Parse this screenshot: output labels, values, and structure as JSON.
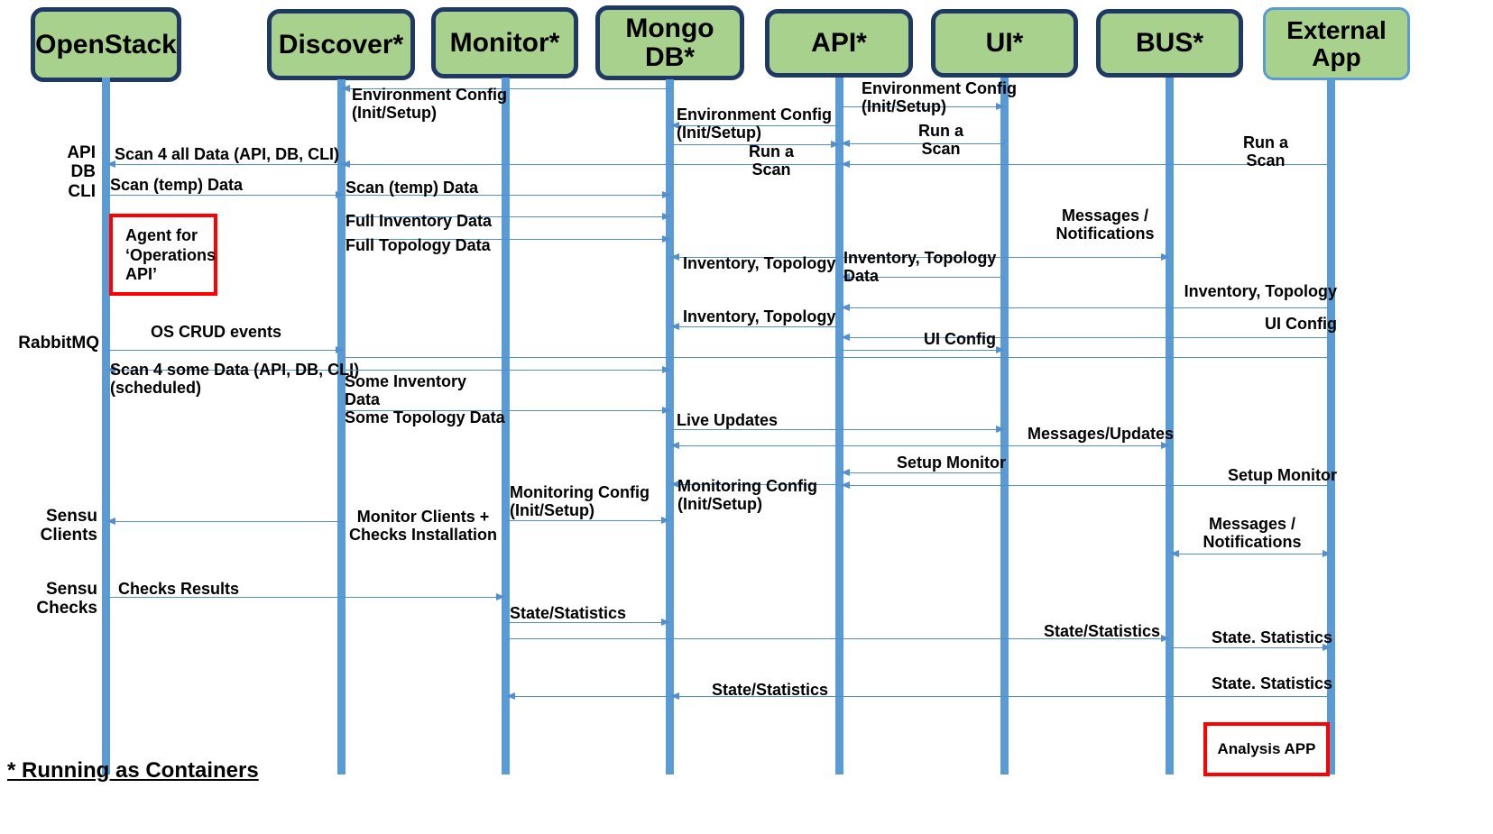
{
  "diagram": {
    "type": "sequence-diagram",
    "title": "",
    "footnote": "* Running as Containers"
  },
  "participants": [
    {
      "id": "openstack",
      "label": "OpenStack",
      "container": false,
      "border": "thick"
    },
    {
      "id": "discover",
      "label": "Discover*",
      "container": true,
      "border": "thick"
    },
    {
      "id": "monitor",
      "label": "Monitor*",
      "container": true,
      "border": "thick"
    },
    {
      "id": "mongodb",
      "label": "Mongo\nDB*",
      "container": true,
      "border": "thick"
    },
    {
      "id": "api",
      "label": "API*",
      "container": true,
      "border": "thick"
    },
    {
      "id": "ui",
      "label": "UI*",
      "container": true,
      "border": "thick"
    },
    {
      "id": "bus",
      "label": "BUS*",
      "container": true,
      "border": "thick"
    },
    {
      "id": "externalapp",
      "label": "External\nApp",
      "container": false,
      "border": "thin"
    }
  ],
  "side_labels": [
    {
      "id": "api-db-cli",
      "text": "API\nDB\nCLI"
    },
    {
      "id": "rabbitmq",
      "text": "RabbitMQ"
    },
    {
      "id": "sensu-clients",
      "text": "Sensu\nClients"
    },
    {
      "id": "sensu-checks",
      "text": "Sensu\nChecks"
    }
  ],
  "callouts": [
    {
      "id": "agent-operations-api",
      "text": "Agent for\n‘Operations\n  API’",
      "color": "#FF0000"
    },
    {
      "id": "analysis-app",
      "text": "Analysis APP",
      "color": "#FF0000"
    }
  ],
  "messages": [
    {
      "id": "m01",
      "text": "Environment Config\n(Init/Setup)",
      "from": "mongodb",
      "to": "discover"
    },
    {
      "id": "m02",
      "text": "Environment Config\n(Init/Setup)",
      "from": "api",
      "to": "ui"
    },
    {
      "id": "m03",
      "text": "Environment Config\n(Init/Setup)",
      "from": "api",
      "to": "mongodb"
    },
    {
      "id": "m04",
      "text": "Environment Config\n(Init/Setup)",
      "from": "mongodb",
      "to": "api"
    },
    {
      "id": "m05",
      "text": "Scan 4 all Data (API, DB, CLI)",
      "from": "discover",
      "to": "openstack"
    },
    {
      "id": "m06",
      "text": "Run a\nScan",
      "from": "ui",
      "to": "api"
    },
    {
      "id": "m07",
      "text": "Run a\nScan",
      "from": "api",
      "to": "discover"
    },
    {
      "id": "m08",
      "text": "Run a\nScan",
      "from": "externalapp",
      "to": "api"
    },
    {
      "id": "m09",
      "text": "Scan (temp) Data",
      "from": "openstack",
      "to": "discover"
    },
    {
      "id": "m10",
      "text": "Scan (temp) Data",
      "from": "discover",
      "to": "mongodb"
    },
    {
      "id": "m11",
      "text": "Full Inventory Data",
      "from": "discover",
      "to": "mongodb"
    },
    {
      "id": "m12",
      "text": "Full Topology Data",
      "from": "discover",
      "to": "mongodb"
    },
    {
      "id": "m13",
      "text": "Messages /\nNotifications",
      "from": "api",
      "to": "bus"
    },
    {
      "id": "m14",
      "text": "Inventory, Topology",
      "from": "api",
      "to": "mongodb"
    },
    {
      "id": "m15",
      "text": "Inventory, Topology\nData",
      "from": "ui",
      "to": "api"
    },
    {
      "id": "m16",
      "text": "Inventory, Topology",
      "from": "externalapp",
      "to": "api"
    },
    {
      "id": "m17",
      "text": "Inventory, Topology",
      "from": "api",
      "to": "mongodb"
    },
    {
      "id": "m18",
      "text": "UI Config",
      "from": "externalapp",
      "to": "api"
    },
    {
      "id": "m19",
      "text": "UI Config",
      "from": "api",
      "to": "ui"
    },
    {
      "id": "m20",
      "text": "OS CRUD events",
      "from": "openstack",
      "to": "discover"
    },
    {
      "id": "m21",
      "text": "Scan 4 some Data (API, DB, CLI)\n(scheduled)",
      "from": "discover",
      "to": "openstack"
    },
    {
      "id": "m22",
      "text": "Some Inventory\nData",
      "from": "discover",
      "to": "mongodb"
    },
    {
      "id": "m23",
      "text": "Some Topology Data",
      "from": "discover",
      "to": "mongodb"
    },
    {
      "id": "m24",
      "text": "Live Updates",
      "from": "mongodb",
      "to": "ui"
    },
    {
      "id": "m25",
      "text": "Messages/Updates",
      "from": "api",
      "to": "bus"
    },
    {
      "id": "m26",
      "text": "Setup Monitor",
      "from": "ui",
      "to": "api"
    },
    {
      "id": "m27",
      "text": "Setup Monitor",
      "from": "externalapp",
      "to": "api"
    },
    {
      "id": "m28",
      "text": "Monitoring Config\n(Init/Setup)",
      "from": "monitor",
      "to": "mongodb"
    },
    {
      "id": "m29",
      "text": "Monitoring Config\n(Init/Setup)",
      "from": "api",
      "to": "mongodb"
    },
    {
      "id": "m30",
      "text": "Monitor Clients +\nChecks Installation",
      "from": "discover",
      "to": "openstack"
    },
    {
      "id": "m31",
      "text": "Messages /\nNotifications",
      "from": "bus",
      "to": "externalapp",
      "bidirectional": true
    },
    {
      "id": "m32",
      "text": "Checks Results",
      "from": "openstack",
      "to": "monitor"
    },
    {
      "id": "m33",
      "text": "State/Statistics",
      "from": "monitor",
      "to": "mongodb"
    },
    {
      "id": "m34",
      "text": "State/Statistics",
      "from": "monitor",
      "to": "bus"
    },
    {
      "id": "m35",
      "text": "State. Statistics",
      "from": "bus",
      "to": "externalapp"
    },
    {
      "id": "m36",
      "text": "State. Statistics",
      "from": "externalapp",
      "to": "mongodb"
    },
    {
      "id": "m37",
      "text": "State/Statistics",
      "from": "mongodb",
      "to": "monitor"
    }
  ],
  "colors": {
    "actor_fill": "#A9D18E",
    "actor_border": "#1F3864",
    "actor_border_thin": "#5B9BD5",
    "lifeline": "#5B9BD5",
    "arrow": "#548FCB",
    "callout": "#FF0000",
    "text": "#000000",
    "background": "#FFFFFF"
  }
}
